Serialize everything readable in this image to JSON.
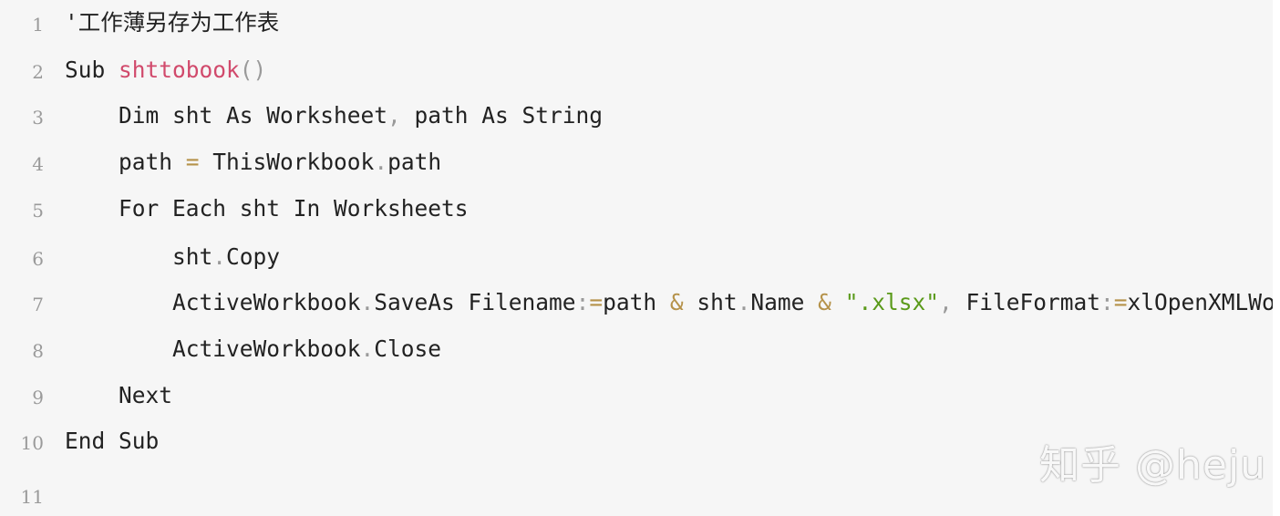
{
  "code": {
    "line_numbers": [
      "1",
      "2",
      "3",
      "4",
      "5",
      "6",
      "7",
      "8",
      "9",
      "10",
      "11"
    ],
    "lines": {
      "l1": {
        "comment": "'工作薄另存为工作表"
      },
      "l2": {
        "kw_sub": "Sub",
        "fn_name": "shttobook",
        "parens": "()"
      },
      "l3": {
        "t1": "Dim sht As Worksheet",
        "comma": ",",
        "t2": " path As String"
      },
      "l4": {
        "t1": "path ",
        "eq": "=",
        "t2": " ThisWorkbook",
        "dot": ".",
        "t3": "path"
      },
      "l5": {
        "t1": "For Each sht In Worksheets"
      },
      "l6": {
        "t1": "sht",
        "dot": ".",
        "t2": "Copy"
      },
      "l7": {
        "t1": "ActiveWorkbook",
        "dot1": ".",
        "t2": "SaveAs Filename",
        "colon1": ":",
        "eq1": "=",
        "t3": "path ",
        "amp1": "&",
        "t4": " sht",
        "dot2": ".",
        "t5": "Name ",
        "amp2": "&",
        "str": " \".xlsx\"",
        "comma": ",",
        "t6": " FileFormat",
        "colon2": ":",
        "eq2": "=",
        "t7": "xlOpenXMLWorkbook"
      },
      "l8": {
        "t1": "ActiveWorkbook",
        "dot": ".",
        "t2": "Close"
      },
      "l9": {
        "t1": "Next"
      },
      "l10": {
        "t1": "End Sub"
      }
    }
  },
  "watermark": "知乎 @heju",
  "colors": {
    "background": "#f6f6f6",
    "function_name": "#d14a6c",
    "string": "#5a9a1a",
    "operator": "#b5924a",
    "punctuation": "#9a9a9a",
    "line_number": "#9a9a9a"
  }
}
